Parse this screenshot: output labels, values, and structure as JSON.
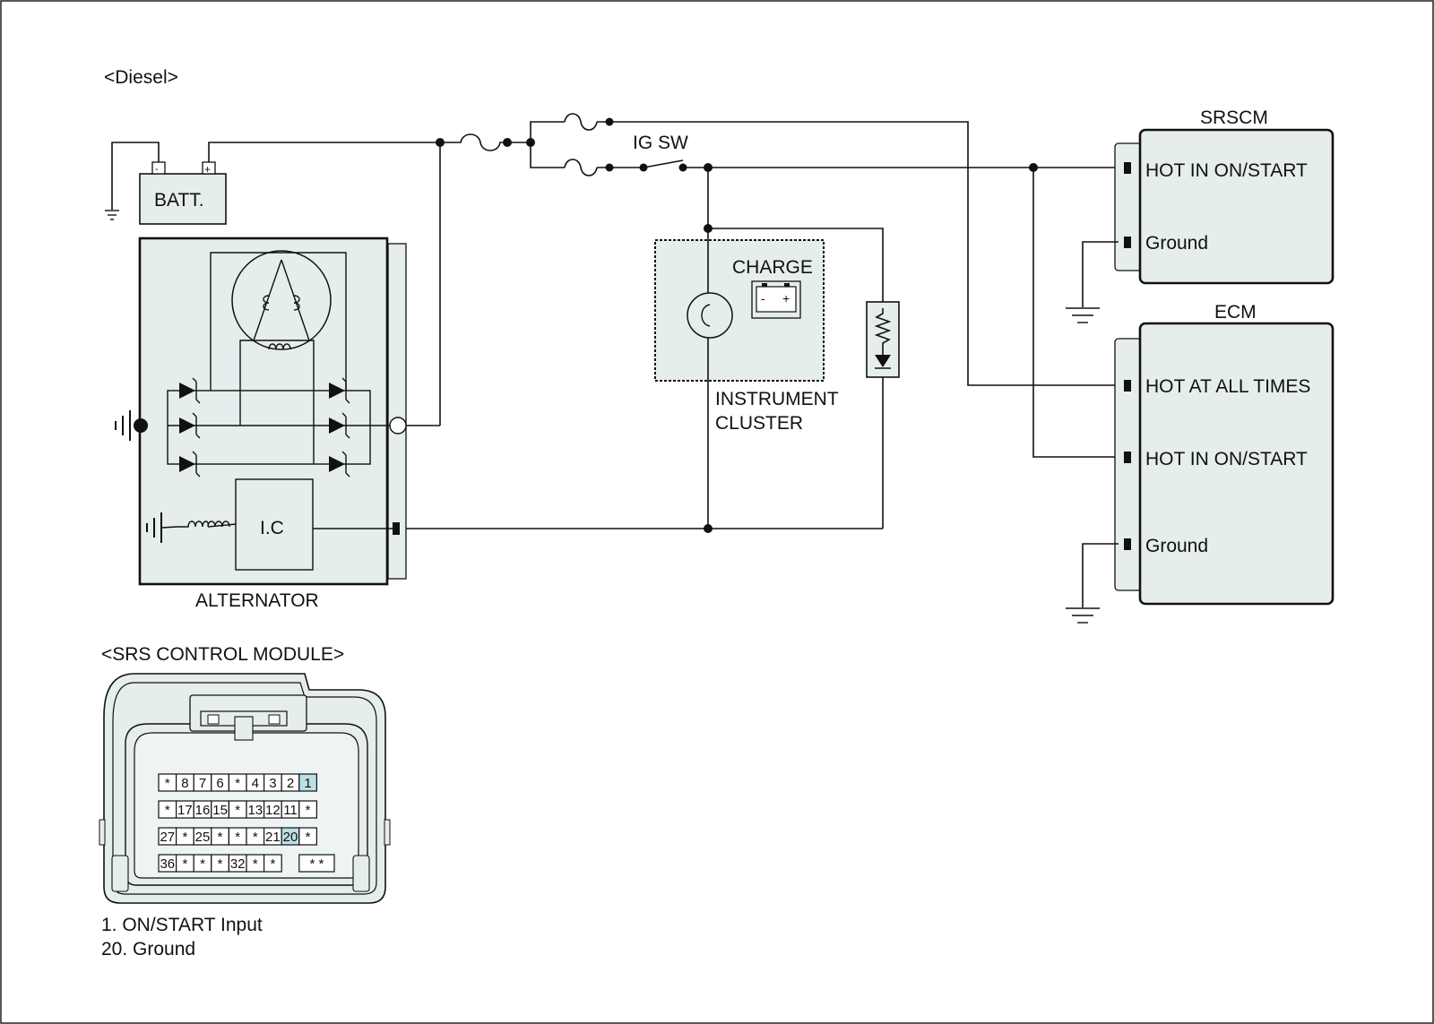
{
  "variant_label": "<Diesel>",
  "battery": {
    "label": "BATT.",
    "neg": "-",
    "pos": "+"
  },
  "ig_switch": {
    "label": "IG SW"
  },
  "alternator": {
    "label": "ALTERNATOR",
    "ic_label": "I.C"
  },
  "instrument_cluster": {
    "label_line1": "INSTRUMENT",
    "label_line2": "CLUSTER",
    "lamp_label": "CHARGE",
    "batt_neg": "-",
    "batt_pos": "+"
  },
  "srscm": {
    "title": "SRSCM",
    "pins": [
      "HOT IN ON/START",
      "Ground"
    ]
  },
  "ecm": {
    "title": "ECM",
    "pins": [
      "HOT AT ALL TIMES",
      "HOT IN ON/START",
      "Ground"
    ]
  },
  "connector": {
    "title": "<SRS CONTROL MODULE>",
    "rows": [
      [
        "*",
        "8",
        "7",
        "6",
        "*",
        "4",
        "3",
        "2",
        "1"
      ],
      [
        "*",
        "17",
        "16",
        "15",
        "*",
        "13",
        "12",
        "11",
        "*"
      ],
      [
        "27",
        "*",
        "25",
        "*",
        "*",
        "*",
        "21",
        "20",
        "*"
      ],
      [
        "36",
        "*",
        "*",
        "*",
        "32",
        "*",
        "*",
        "",
        "* *"
      ]
    ],
    "highlighted": [
      "1",
      "20"
    ],
    "legend": [
      "1. ON/START Input",
      "20. Ground"
    ]
  },
  "colors": {
    "box_fill": "#e5eded",
    "highlight": "#bcdfe6",
    "line": "#111111"
  }
}
